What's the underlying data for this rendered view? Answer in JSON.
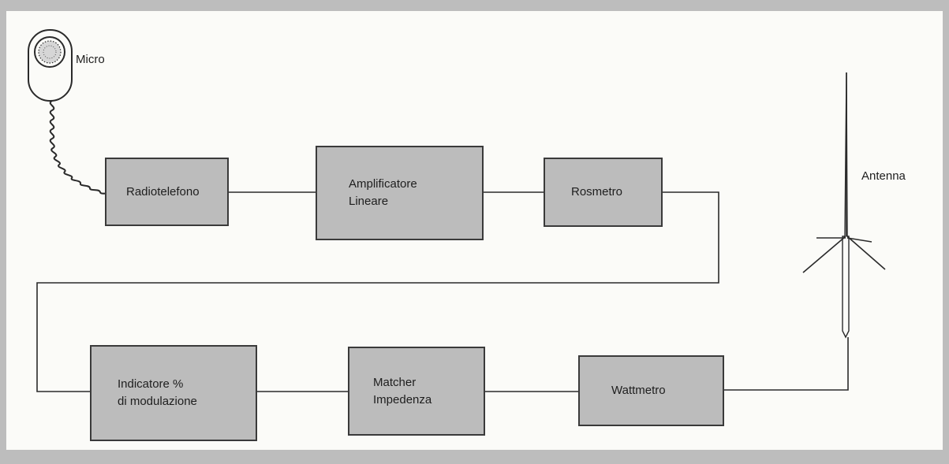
{
  "labels": {
    "micro": "Micro",
    "antenna": "Antenna"
  },
  "blocks": {
    "radiotelefono": "Radiotelefono",
    "amplificatore_1": "Amplificatore",
    "amplificatore_2": "Lineare",
    "rosmetro": "Rosmetro",
    "indicatore_1": "Indicatore %",
    "indicatore_2": "di modulazione",
    "matcher_1": "Matcher",
    "matcher_2": "Impedenza",
    "wattmetro": "Wattmetro"
  },
  "colors": {
    "block_fill": "#bcbcbc",
    "line": "#2a2a2a",
    "paper": "#fbfbf8",
    "frame": "#bdbdbd"
  }
}
